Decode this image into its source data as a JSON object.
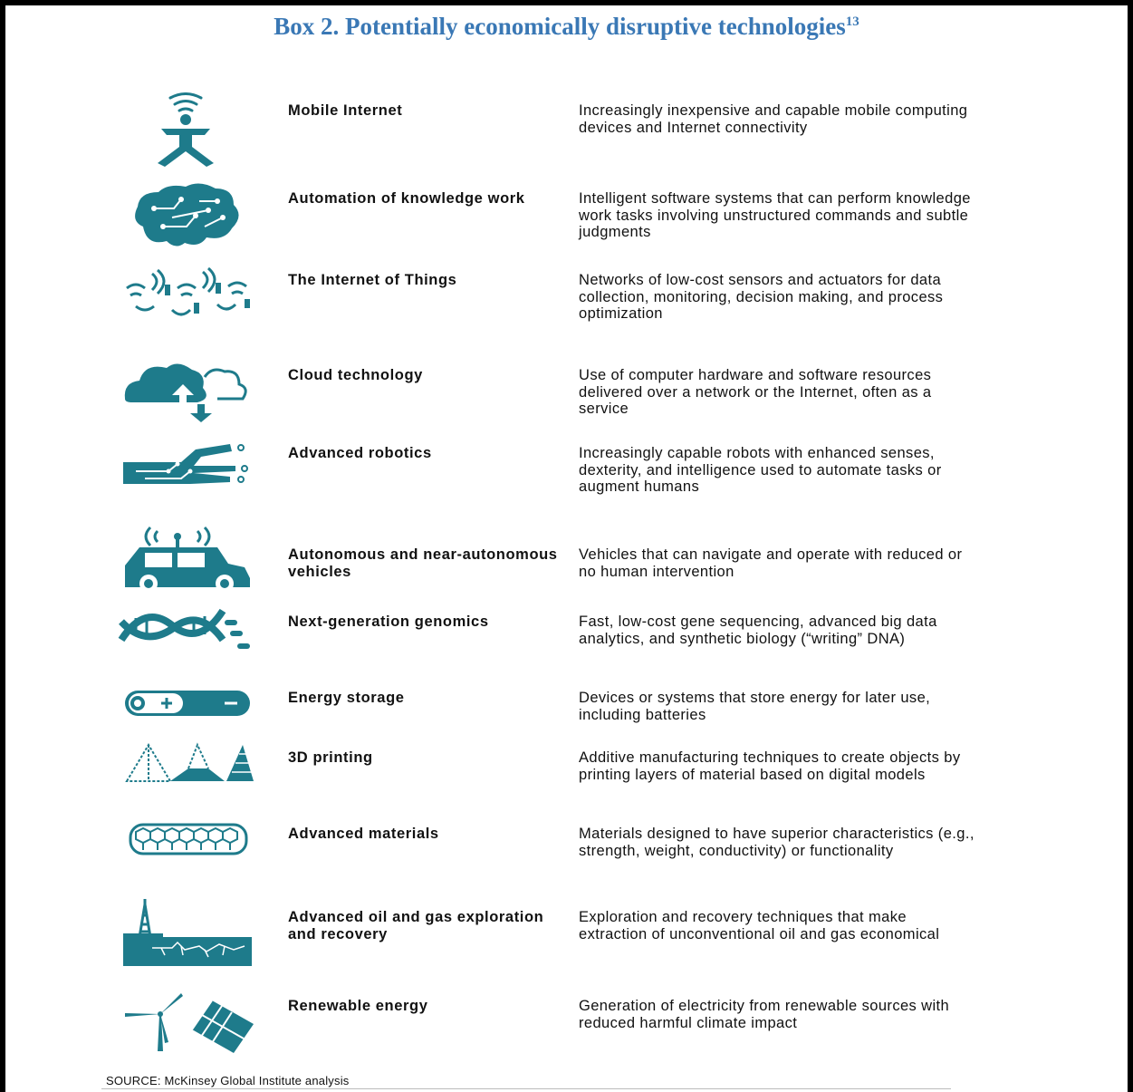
{
  "title": "Box 2. Potentially economically disruptive technologies",
  "title_footnote": "13",
  "accent_color": "#1e7b8b",
  "title_color": "#3a78b5",
  "items": [
    {
      "icon": "mobile-internet-icon",
      "name": "Mobile Internet",
      "description": "Increasingly inexpensive and capable mobile computing devices and Internet connectivity"
    },
    {
      "icon": "brain-circuit-icon",
      "name": "Automation of knowledge work",
      "description": "Intelligent software systems that can perform knowledge work tasks involving unstructured commands and subtle judgments"
    },
    {
      "icon": "sensor-network-icon",
      "name": "The Internet of Things",
      "description": "Networks of low-cost sensors and actuators for data collection, monitoring, decision making, and process optimization"
    },
    {
      "icon": "cloud-icon",
      "name": "Cloud technology",
      "description": "Use of computer hardware and software resources delivered over a network or the Internet, often as a service"
    },
    {
      "icon": "robotic-hand-icon",
      "name": "Advanced robotics",
      "description": "Increasingly capable robots with enhanced senses, dexterity, and intelligence used to automate tasks or augment humans"
    },
    {
      "icon": "autonomous-car-icon",
      "name": "Autonomous and near-autonomous vehicles",
      "description": "Vehicles that can navigate and operate with reduced or no human intervention"
    },
    {
      "icon": "dna-icon",
      "name": "Next-generation genomics",
      "description": "Fast, low-cost gene sequencing, advanced big data analytics, and synthetic biology (“writing” DNA)"
    },
    {
      "icon": "battery-icon",
      "name": "Energy storage",
      "description": "Devices or systems that store energy for later use, including batteries"
    },
    {
      "icon": "pyramid-layers-icon",
      "name": "3D printing",
      "description": "Additive manufacturing techniques to create objects by printing layers of material based on digital models"
    },
    {
      "icon": "nanotube-icon",
      "name": "Advanced materials",
      "description": "Materials designed to have superior characteristics (e.g., strength, weight, conductivity) or functionality"
    },
    {
      "icon": "oil-rig-icon",
      "name": "Advanced oil and gas exploration and recovery",
      "description": "Exploration and recovery techniques that make extraction of unconventional oil and gas economical"
    },
    {
      "icon": "wind-solar-icon",
      "name": "Renewable energy",
      "description": "Generation of electricity from renewable sources with reduced harmful climate impact"
    }
  ],
  "source": "SOURCE: McKinsey Global Institute analysis"
}
